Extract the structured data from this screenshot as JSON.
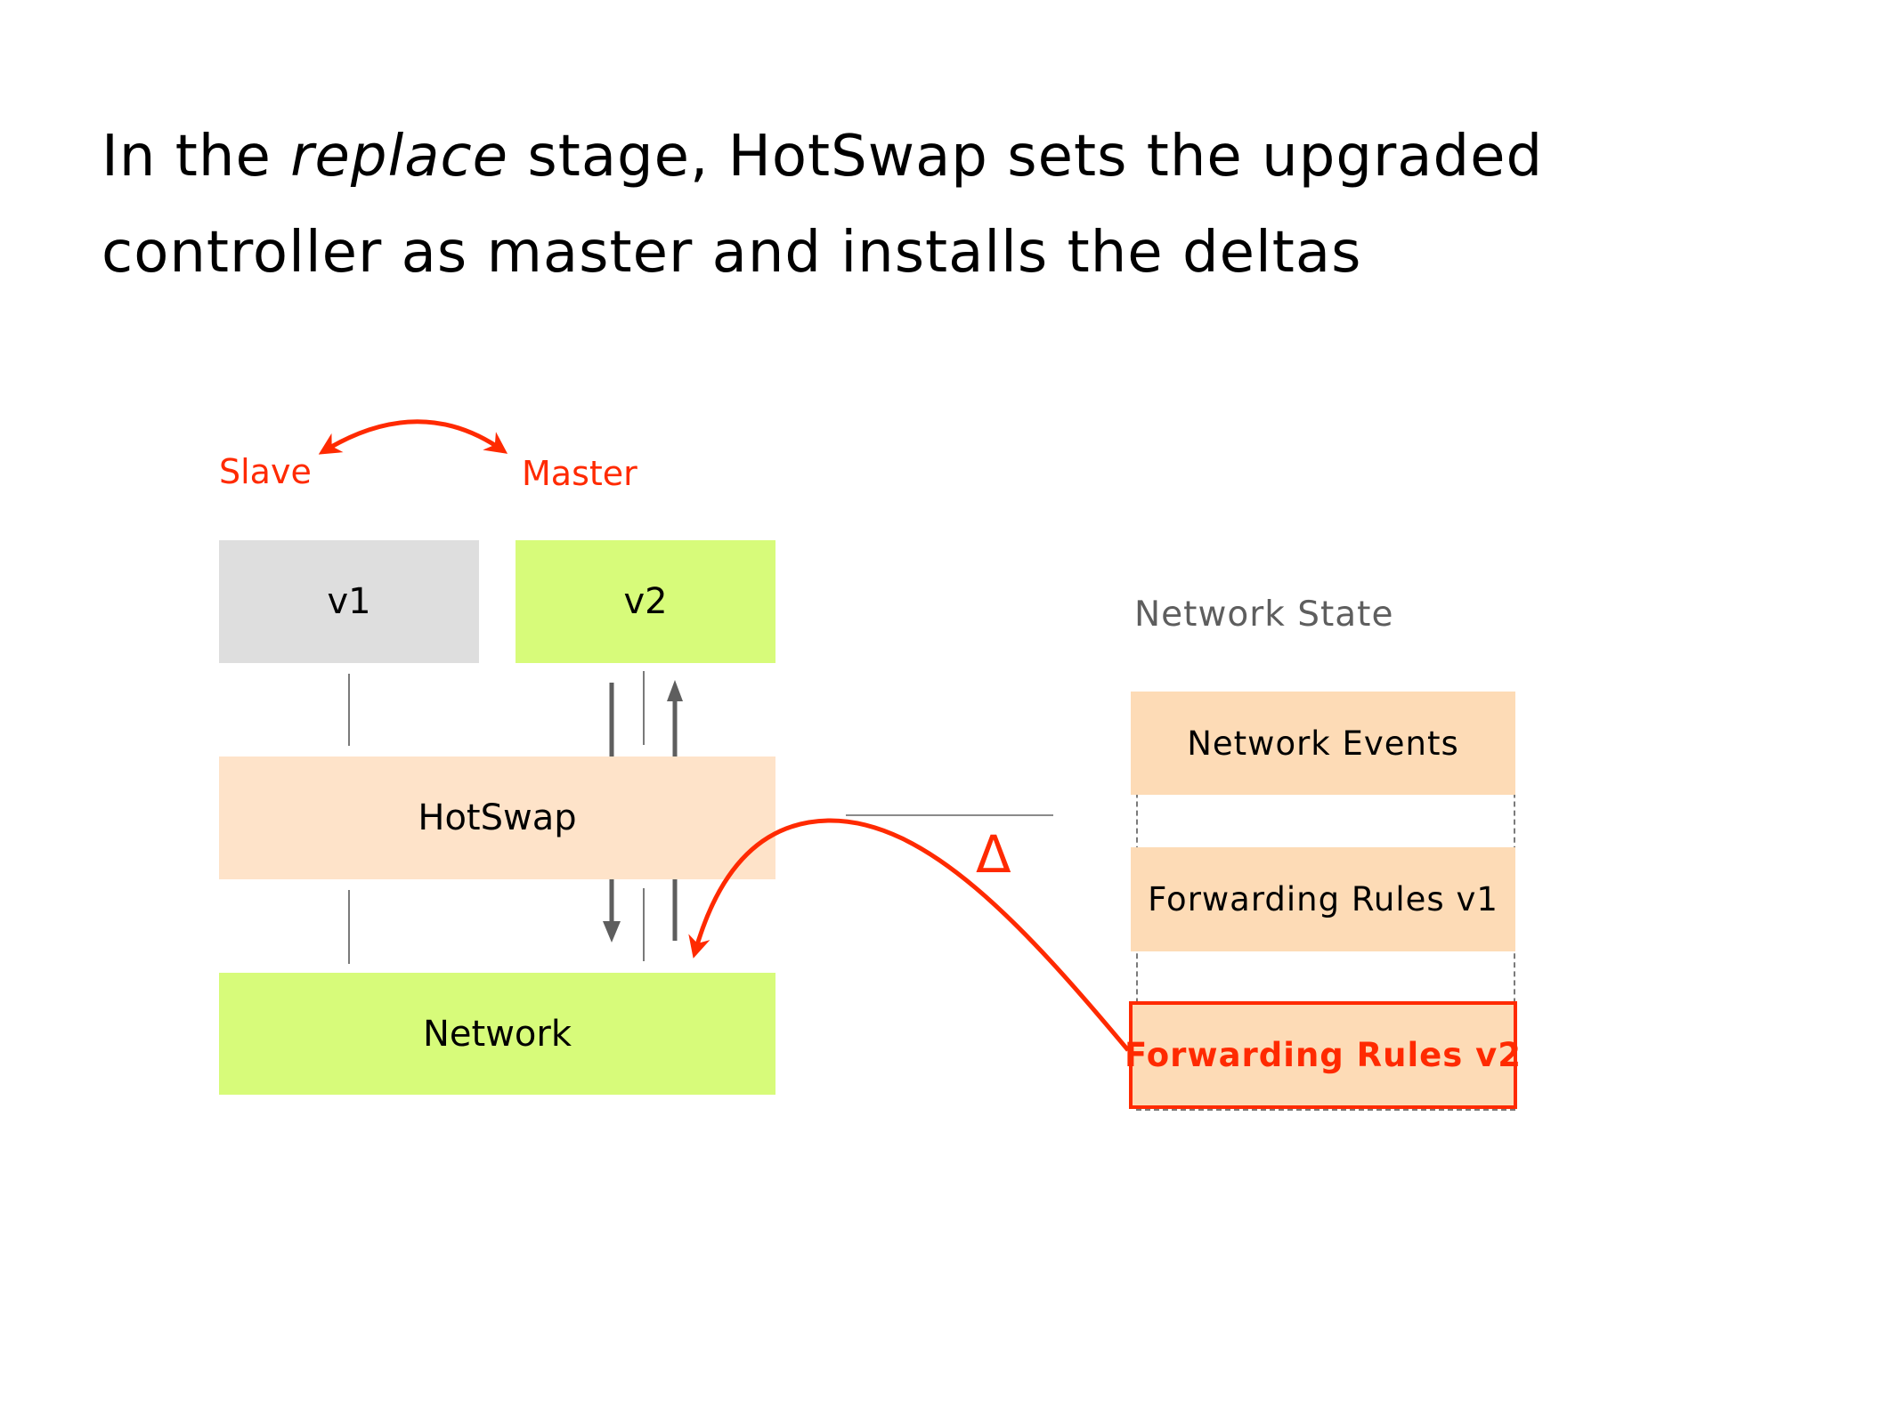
{
  "slide": {
    "title": {
      "prefix": "In the ",
      "emphasis": "replace",
      "line1_rest": " stage, HotSwap sets the upgraded",
      "line2": "controller as master and installs the deltas"
    }
  },
  "diagram": {
    "roles": {
      "slave": "Slave",
      "master": "Master"
    },
    "controllers": {
      "v1": "v1",
      "v2": "v2"
    },
    "layers": {
      "hotswap": "HotSwap",
      "network": "Network"
    },
    "network_state": {
      "title": "Network State",
      "items": [
        {
          "label": "Network Events",
          "highlighted": false
        },
        {
          "label": "Forwarding Rules v1",
          "highlighted": false
        },
        {
          "label": "Forwarding Rules v2",
          "highlighted": true
        }
      ]
    },
    "delta_symbol": "Δ",
    "colors": {
      "accent_red": "#ff2a00",
      "controller_inactive": "#dedede",
      "controller_active": "#d7fb7a",
      "hotswap_fill": "#fee3c9",
      "state_fill": "#fddbb6",
      "arrow_gray": "#5e5e5e",
      "text_gray": "#5e5e5e"
    }
  }
}
